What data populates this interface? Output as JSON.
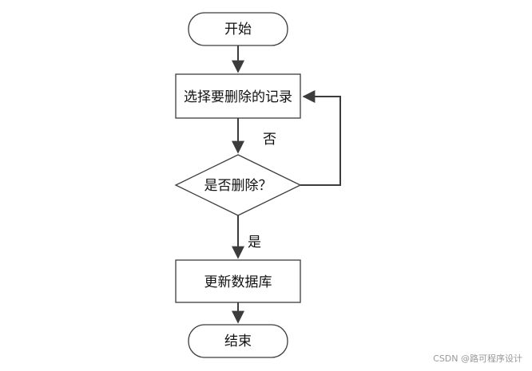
{
  "diagram": {
    "nodes": {
      "start": "开始",
      "select": "选择要删除的记录",
      "decision": "是否删除？",
      "update": "更新数据库",
      "end": "结束"
    },
    "edges": {
      "no": "否",
      "yes": "是"
    }
  },
  "watermark": "CSDN @路可程序设计",
  "colors": {
    "stroke": "#3c3c3c",
    "background": "#ffffff",
    "text": "#111111"
  }
}
